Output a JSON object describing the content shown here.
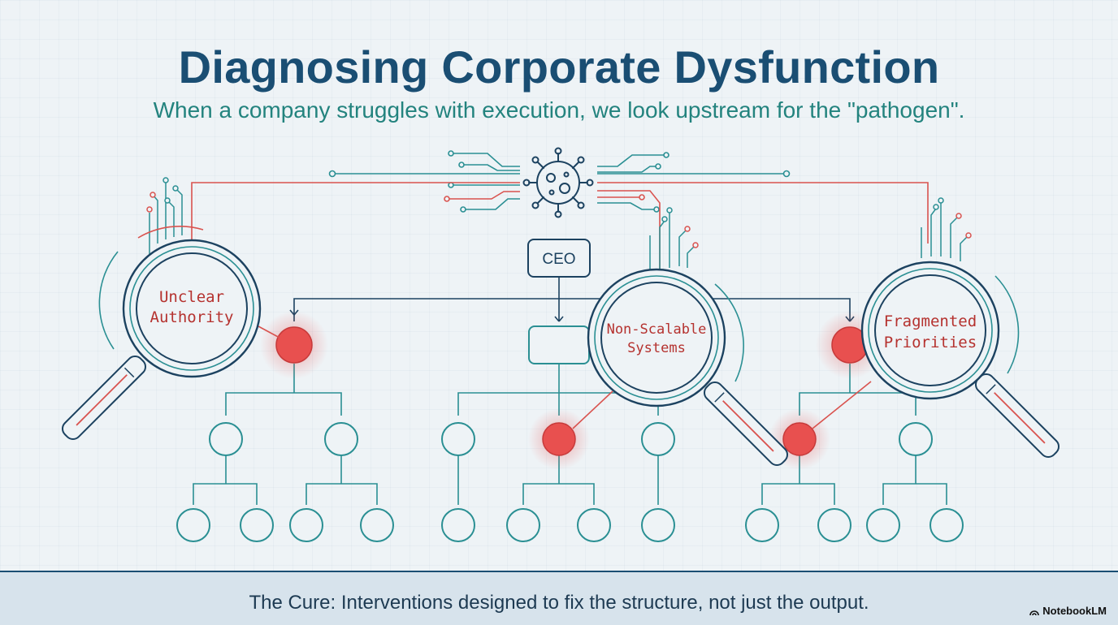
{
  "header": {
    "title": "Diagnosing Corporate Dysfunction",
    "subtitle": "When a company struggles with execution, we look upstream for the \"pathogen\"."
  },
  "org_chart": {
    "root_label": "CEO"
  },
  "magnifiers": [
    {
      "line1": "Unclear",
      "line2": "Authority"
    },
    {
      "line1": "Non-Scalable",
      "line2": "Systems"
    },
    {
      "line1": "Fragmented",
      "line2": "Priorities"
    }
  ],
  "icons": {
    "pathogen": "virus-icon",
    "brand": "notebooklm-logo-icon"
  },
  "footer": {
    "text": "The Cure: Interventions designed to fix the structure, not just the output.",
    "brand": "NotebookLM"
  },
  "colors": {
    "title": "#1a4e73",
    "subtitle": "#23837e",
    "teal": "#2a8f93",
    "navy": "#1c4260",
    "hotspot": "#e8504f",
    "circuit_red": "#d9534f"
  }
}
